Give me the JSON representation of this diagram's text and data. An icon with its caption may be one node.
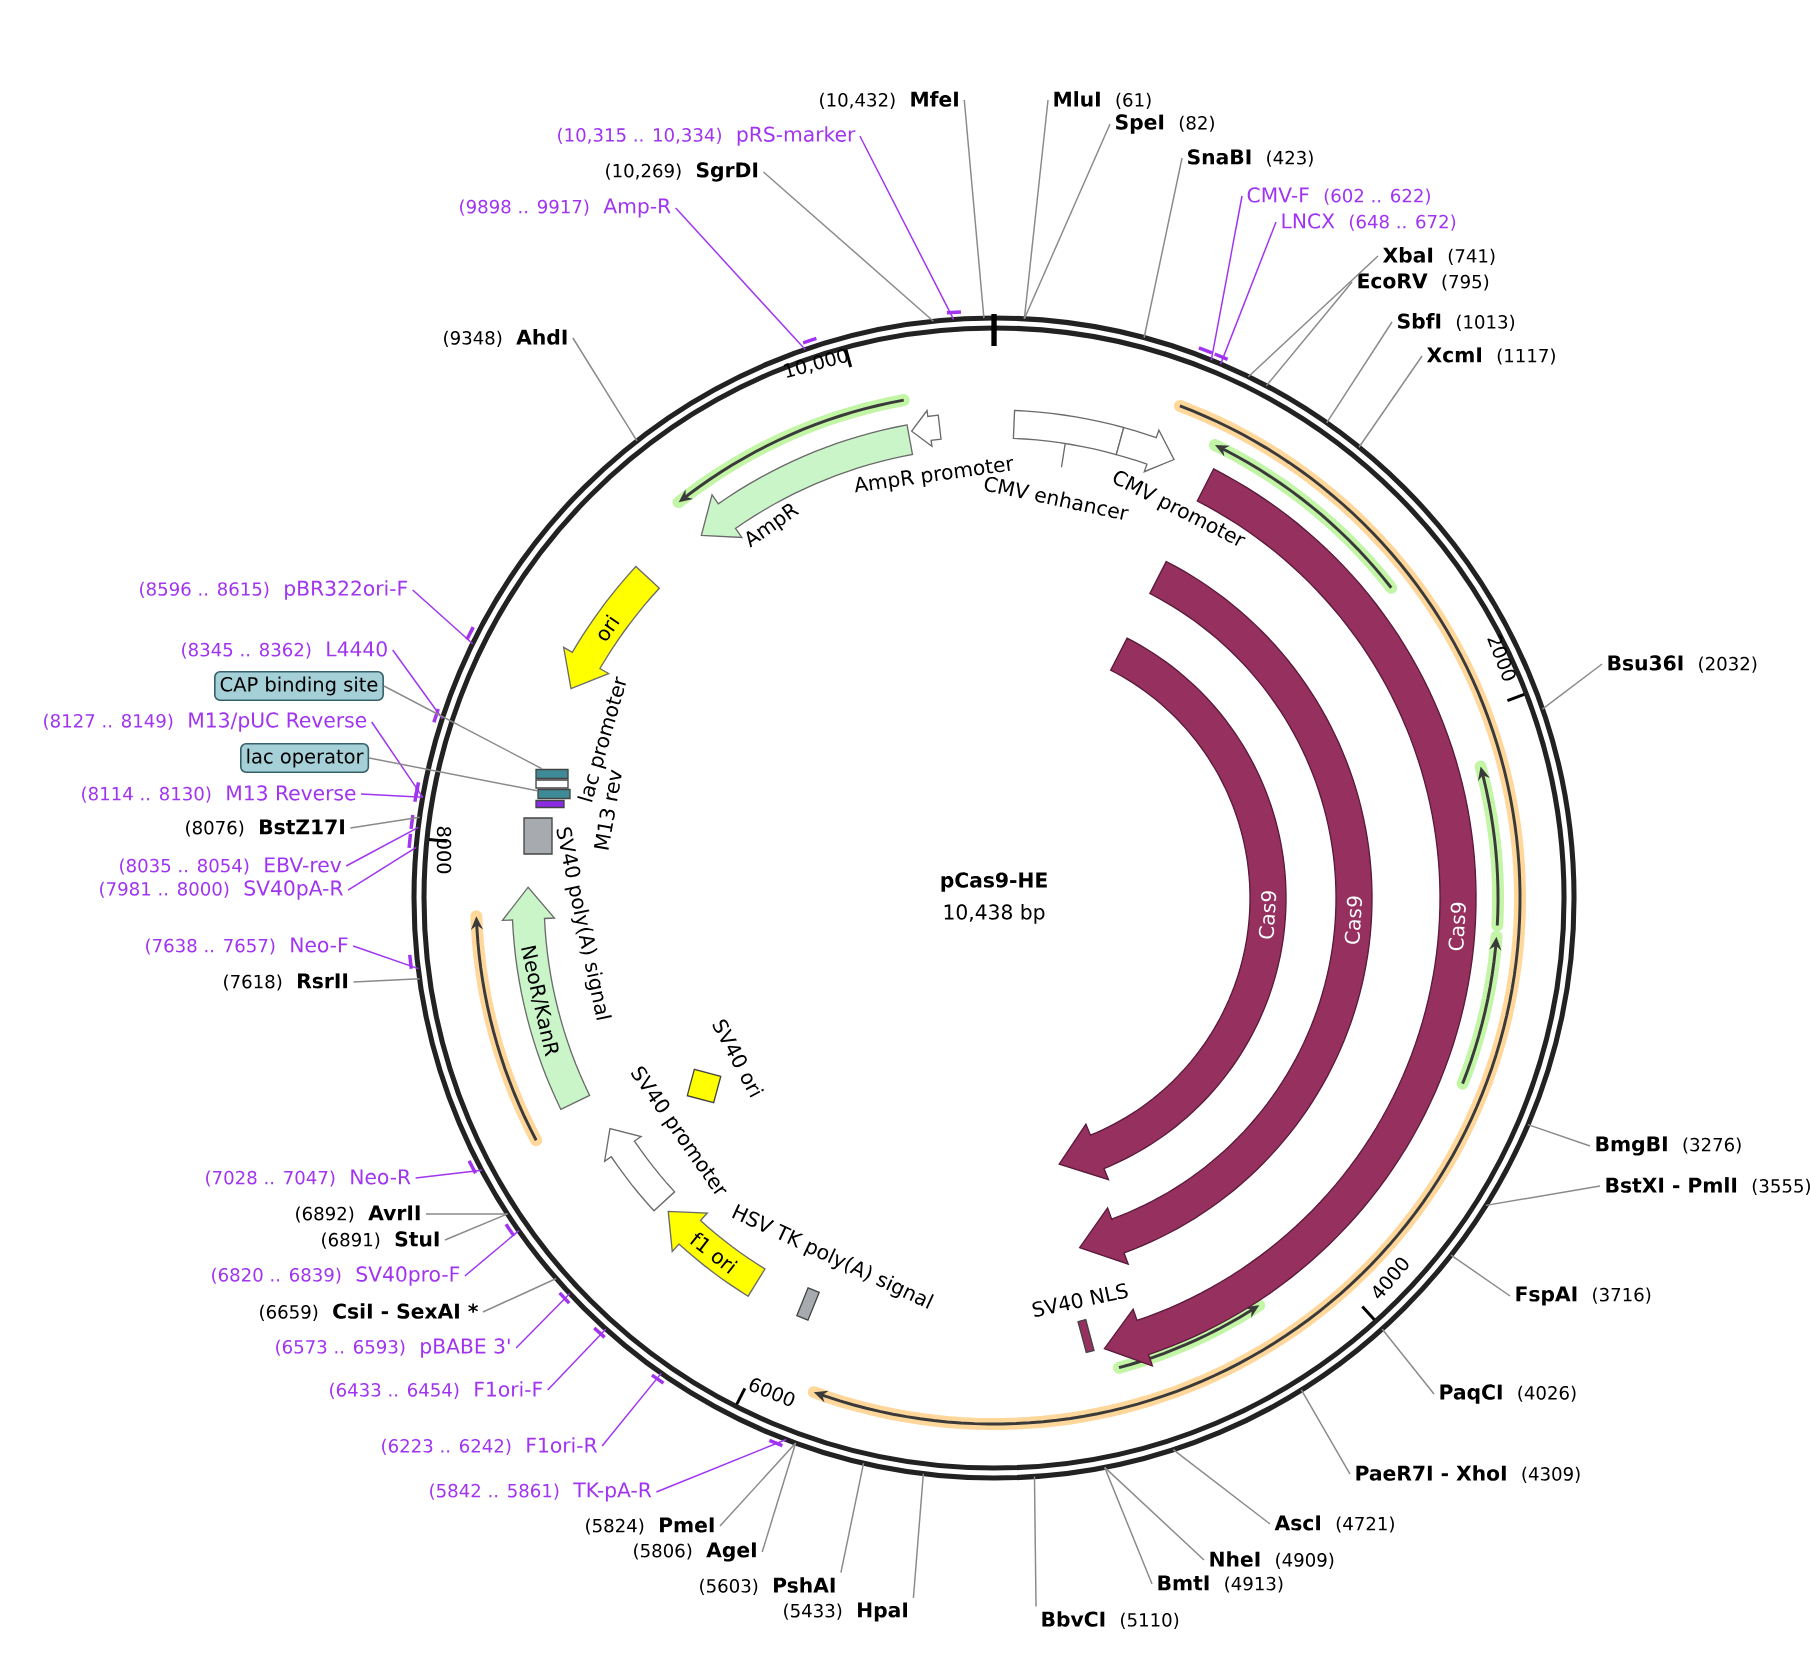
{
  "diagram": {
    "nodes": [
      {
        "text": [
          "pCas9-HE",
          "10,438 bp"
        ]
      },
      {
        "text": [
          "(10,432)",
          "MfeI"
        ]
      },
      {
        "text": [
          "MluI",
          "(61)"
        ]
      },
      {
        "text": [
          "SpeI",
          "(82)"
        ]
      },
      {
        "text": [
          "(10,315 .. 10,334)",
          "pRS-marker"
        ]
      },
      {
        "text": [
          "SnaBI",
          "(423)"
        ]
      },
      {
        "text": [
          "(10,269)",
          "SgrDI"
        ]
      },
      {
        "text": [
          "CMV-F",
          "(602 .. 622)"
        ]
      },
      {
        "text": [
          "(9898 .. 9917)",
          "Amp-R"
        ]
      },
      {
        "text": [
          "LNCX",
          "(648 .. 672)"
        ]
      },
      {
        "text": [
          "XbaI",
          "(741)"
        ]
      },
      {
        "text": [
          "EcoRV",
          "(795)"
        ]
      },
      {
        "text": [
          "SbfI",
          "(1013)"
        ]
      },
      {
        "text": [
          "(9348)",
          "AhdI"
        ]
      },
      {
        "text": [
          "XcmI",
          "(1117)"
        ]
      },
      {
        "text": [
          "(8596 .. 8615)",
          "pBR322ori-F"
        ]
      },
      {
        "text": [
          "(8345 .. 8362)",
          "L4440"
        ]
      },
      {
        "text": [
          "Bsu36I",
          "(2032)"
        ]
      },
      {
        "text": [
          "CAP binding site"
        ]
      },
      {
        "text": [
          "(8127 .. 8149)",
          "M13/pUC Reverse"
        ]
      },
      {
        "text": [
          "lac operator"
        ]
      },
      {
        "text": [
          "(8114 .. 8130)",
          "M13 Reverse"
        ]
      },
      {
        "text": [
          "(8076)",
          "BstZ17I"
        ]
      },
      {
        "text": [
          "(8035 .. 8054)",
          "EBV-rev"
        ]
      },
      {
        "text": [
          "(7981 .. 8000)",
          "SV40pA-R"
        ]
      },
      {
        "text": [
          "(7638 .. 7657)",
          "Neo-F"
        ]
      },
      {
        "text": [
          "(7618)",
          "RsrII"
        ]
      },
      {
        "text": [
          "BmgBI",
          "(3276)"
        ]
      },
      {
        "text": [
          "(7028 .. 7047)",
          "Neo-R"
        ]
      },
      {
        "text": [
          "BstXI - PmlI",
          "(3555)"
        ]
      },
      {
        "text": [
          "(6892)",
          "AvrII"
        ]
      },
      {
        "text": [
          "(6891)",
          "StuI"
        ]
      },
      {
        "text": [
          "(6820 .. 6839)",
          "SV40pro-F"
        ]
      },
      {
        "text": [
          "FspAI",
          "(3716)"
        ]
      },
      {
        "text": [
          "(6659)",
          "CsiI - SexAI *"
        ]
      },
      {
        "text": [
          "(6573 .. 6593)",
          "pBABE 3'"
        ]
      },
      {
        "text": [
          "(6433 .. 6454)",
          "F1ori-F"
        ]
      },
      {
        "text": [
          "PaqCI",
          "(4026)"
        ]
      },
      {
        "text": [
          "(6223 .. 6242)",
          "F1ori-R"
        ]
      },
      {
        "text": [
          "PaeR7I - XhoI",
          "(4309)"
        ]
      },
      {
        "text": [
          "(5842 .. 5861)",
          "TK-pA-R"
        ]
      },
      {
        "text": [
          "AscI",
          "(4721)"
        ]
      },
      {
        "text": [
          "(5824)",
          "PmeI"
        ]
      },
      {
        "text": [
          "(5806)",
          "AgeI"
        ]
      },
      {
        "text": [
          "NheI",
          "(4909)"
        ]
      },
      {
        "text": [
          "(5603)",
          "PshAI"
        ]
      },
      {
        "text": [
          "BmtI",
          "(4913)"
        ]
      },
      {
        "text": [
          "(5433)",
          "HpaI"
        ]
      },
      {
        "text": [
          "BbvCI",
          "(5110)"
        ]
      },
      {
        "text": [
          "AmpR promoter"
        ],
        "in": 0
      },
      {
        "text": [
          "CMV enhancer"
        ],
        "in": 0
      },
      {
        "text": [
          "CMV promoter"
        ],
        "in": 0
      },
      {
        "text": [
          "AmpR"
        ],
        "in": 0
      },
      {
        "text": [
          "ori"
        ],
        "in": 0
      },
      {
        "text": [
          "Cas9"
        ],
        "in": 0
      },
      {
        "text": [
          "Cas9"
        ],
        "in": 0
      },
      {
        "text": [
          "Cas9"
        ],
        "in": 0
      },
      {
        "text": [],
        "shape": "box",
        "in": 0
      },
      {
        "text": [
          "lac promoter"
        ],
        "in": 0
      },
      {
        "text": [],
        "shape": "box",
        "in": 0
      },
      {
        "text": [
          "M13 rev"
        ],
        "in": 0
      },
      {
        "text": [
          "SV40 poly(A) signal"
        ],
        "in": 0
      },
      {
        "text": [
          "NeoR/KanR"
        ],
        "in": 0
      },
      {
        "text": [
          "SV40 ori"
        ],
        "in": 0
      },
      {
        "text": [
          "SV40 promoter"
        ],
        "in": 0
      },
      {
        "text": [
          "f1 ori"
        ],
        "in": 0
      },
      {
        "text": [
          "HSV TK poly(A) signal"
        ],
        "in": 0
      },
      {
        "text": [
          "SV40 NLS"
        ],
        "in": 0
      }
    ],
    "edges": [
      {
        "from": 1,
        "to": 0,
        "arrow": "none"
      },
      {
        "from": 2,
        "to": 0,
        "arrow": "none"
      },
      {
        "from": 3,
        "to": 0,
        "arrow": "none"
      },
      {
        "from": 4,
        "to": 0,
        "arrow": "none",
        "color": "#a034f0"
      },
      {
        "from": 5,
        "to": 0,
        "arrow": "none"
      },
      {
        "from": 6,
        "to": 0,
        "arrow": "none"
      },
      {
        "from": 7,
        "to": 0,
        "arrow": "none",
        "color": "#a034f0"
      },
      {
        "from": 8,
        "to": 0,
        "arrow": "none",
        "color": "#a034f0"
      },
      {
        "from": 9,
        "to": 0,
        "arrow": "none",
        "color": "#a034f0"
      },
      {
        "from": 10,
        "to": 0,
        "arrow": "none"
      },
      {
        "from": 11,
        "to": 0,
        "arrow": "none"
      },
      {
        "from": 12,
        "to": 0,
        "arrow": "none"
      },
      {
        "from": 13,
        "to": 0,
        "arrow": "none"
      },
      {
        "from": 14,
        "to": 0,
        "arrow": "none"
      },
      {
        "from": 15,
        "to": 0,
        "arrow": "none",
        "color": "#a034f0"
      },
      {
        "from": 16,
        "to": 0,
        "arrow": "none",
        "color": "#a034f0"
      },
      {
        "from": 17,
        "to": 0,
        "arrow": "none"
      },
      {
        "from": 18,
        "to": 57,
        "arrow": "none"
      },
      {
        "from": 19,
        "to": 0,
        "arrow": "none",
        "color": "#a034f0"
      },
      {
        "from": 20,
        "to": 59,
        "arrow": "none"
      },
      {
        "from": 21,
        "to": 0,
        "arrow": "none",
        "color": "#a034f0"
      },
      {
        "from": 22,
        "to": 0,
        "arrow": "none"
      },
      {
        "from": 23,
        "to": 0,
        "arrow": "none",
        "color": "#a034f0"
      },
      {
        "from": 24,
        "to": 0,
        "arrow": "none",
        "color": "#a034f0"
      },
      {
        "from": 25,
        "to": 0,
        "arrow": "none",
        "color": "#a034f0"
      },
      {
        "from": 26,
        "to": 0,
        "arrow": "none"
      },
      {
        "from": 27,
        "to": 0,
        "arrow": "none"
      },
      {
        "from": 28,
        "to": 0,
        "arrow": "none",
        "color": "#a034f0"
      },
      {
        "from": 29,
        "to": 0,
        "arrow": "none"
      },
      {
        "from": 30,
        "to": 0,
        "arrow": "none"
      },
      {
        "from": 31,
        "to": 0,
        "arrow": "none"
      },
      {
        "from": 32,
        "to": 0,
        "arrow": "none",
        "color": "#a034f0"
      },
      {
        "from": 33,
        "to": 0,
        "arrow": "none"
      },
      {
        "from": 34,
        "to": 0,
        "arrow": "none"
      },
      {
        "from": 35,
        "to": 0,
        "arrow": "none",
        "color": "#a034f0"
      },
      {
        "from": 36,
        "to": 0,
        "arrow": "none",
        "color": "#a034f0"
      },
      {
        "from": 37,
        "to": 0,
        "arrow": "none"
      },
      {
        "from": 38,
        "to": 0,
        "arrow": "none",
        "color": "#a034f0"
      },
      {
        "from": 39,
        "to": 0,
        "arrow": "none"
      },
      {
        "from": 40,
        "to": 0,
        "arrow": "none",
        "color": "#a034f0"
      },
      {
        "from": 41,
        "to": 0,
        "arrow": "none"
      },
      {
        "from": 42,
        "to": 0,
        "arrow": "none"
      },
      {
        "from": 43,
        "to": 0,
        "arrow": "none"
      },
      {
        "from": 44,
        "to": 0,
        "arrow": "none"
      },
      {
        "from": 45,
        "to": 0,
        "arrow": "none"
      },
      {
        "from": 46,
        "to": 0,
        "arrow": "none"
      },
      {
        "from": 47,
        "to": 0,
        "arrow": "none"
      },
      {
        "from": 48,
        "to": 0,
        "arrow": "none"
      }
    ],
    "labels": [
      "10,000",
      "2000",
      "8000",
      "4000",
      "6000"
    ]
  }
}
